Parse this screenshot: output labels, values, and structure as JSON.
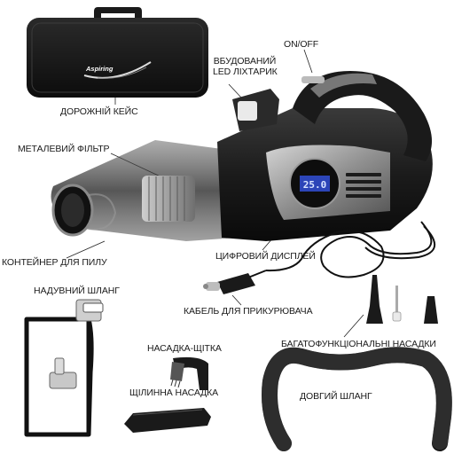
{
  "product": {
    "brand": "Aspiring",
    "display_value": "25.0"
  },
  "labels": {
    "case": "ДОРОЖНІЙ КЕЙС",
    "led_line1": "ВБУДОВАНИЙ",
    "led_line2": "LED ЛІХТАРИК",
    "onoff": "ON/OFF",
    "filter": "МЕТАЛЕВИЙ ФІЛЬТР",
    "container": "КОНТЕЙНЕР ДЛЯ ПИЛУ",
    "display": "ЦИФРОВИЙ ДИСПЛЕЙ",
    "cable": "КАБЕЛЬ ДЛЯ ПРИКУРЮВАЧА",
    "inflate_hose": "НАДУВНИЙ ШЛАНГ",
    "brush": "НАСАДКА-ЩІТКА",
    "crevice": "ЩІЛИННА НАСАДКА",
    "multi_nozzles": "БАГАТОФУНКЦІОНАЛЬНІ НАСАДКИ",
    "long_hose": "ДОВГИЙ ШЛАНГ"
  }
}
